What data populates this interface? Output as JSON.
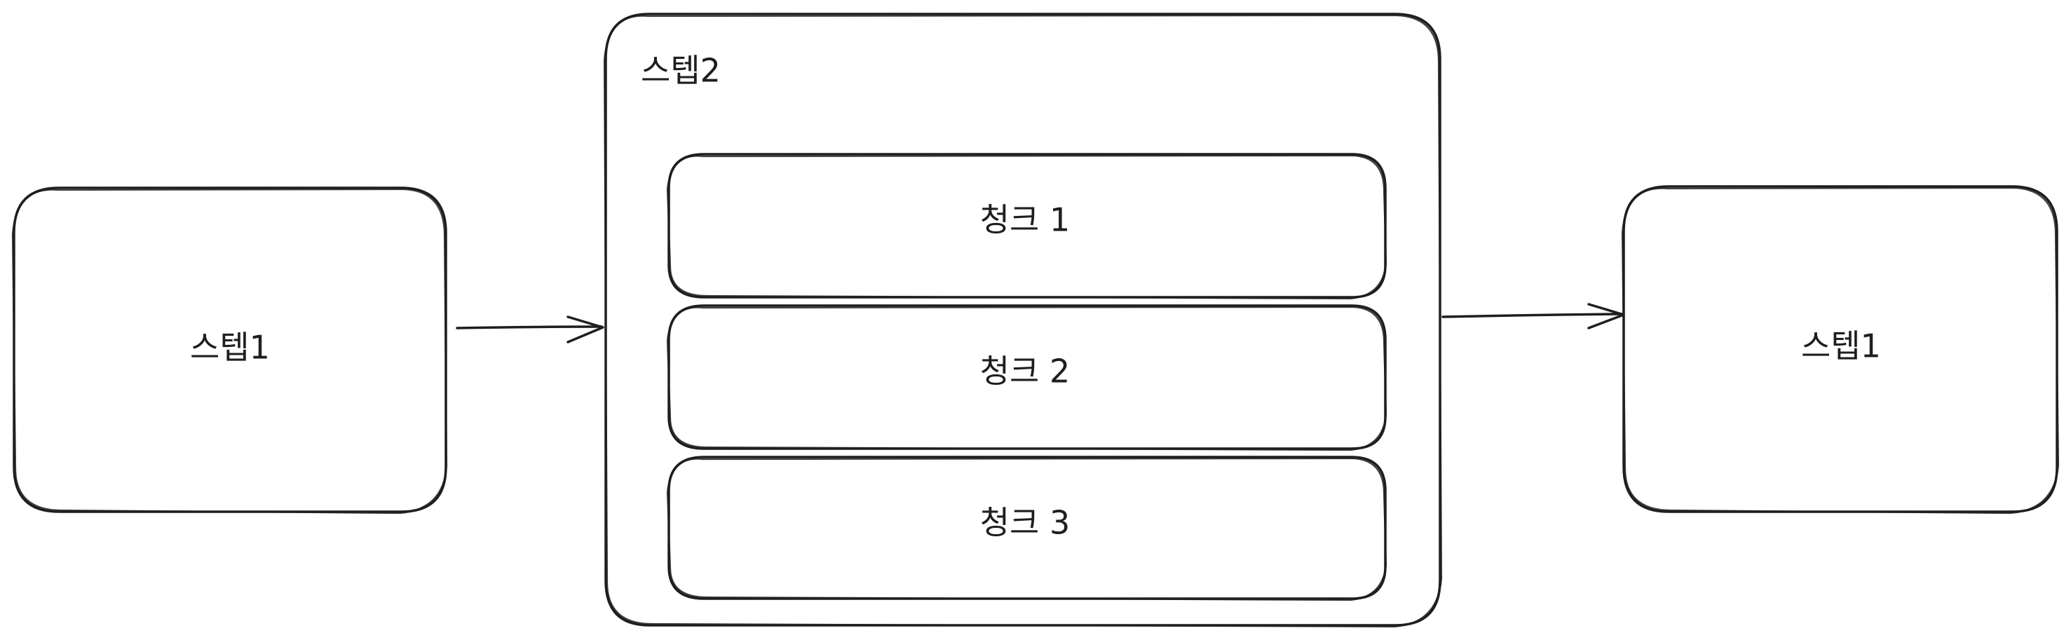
{
  "diagram": {
    "nodes": {
      "left_step": {
        "label": "스텝1"
      },
      "middle_step": {
        "label": "스텝2",
        "chunks": [
          {
            "label": "청크 1"
          },
          {
            "label": "청크 2"
          },
          {
            "label": "청크 3"
          }
        ]
      },
      "right_step": {
        "label": "스텝1"
      }
    },
    "edges": [
      {
        "from": "left_step",
        "to": "middle_step"
      },
      {
        "from": "middle_step",
        "to": "right_step"
      }
    ],
    "colors": {
      "stroke": "#1e1e1e",
      "fill": "#ffffff",
      "background": "#ffffff"
    }
  }
}
